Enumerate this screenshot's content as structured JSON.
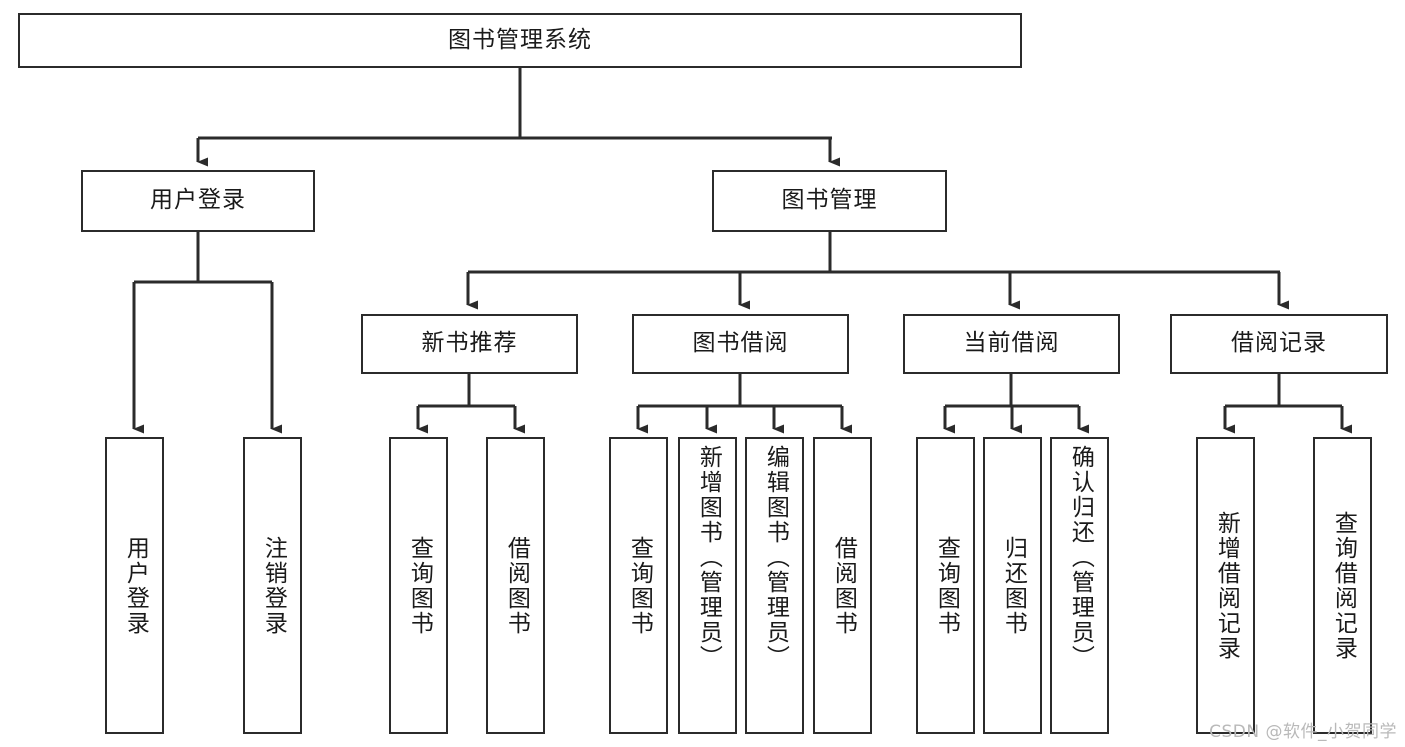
{
  "diagram": {
    "title": "图书管理系统",
    "type": "hierarchical-tree",
    "watermark": "CSDN @软件_小贺同学",
    "colors": {
      "stroke": "#2b2b2b",
      "fill": "#ffffff",
      "text": "#1a1a1a",
      "watermark": "#b9b9b9"
    },
    "nodes": {
      "root": {
        "label": "图书管理系统"
      },
      "level2": [
        {
          "id": "user-login",
          "label": "用户登录"
        },
        {
          "id": "book-manage",
          "label": "图书管理"
        }
      ],
      "level3": [
        {
          "id": "new-book-rec",
          "label": "新书推荐"
        },
        {
          "id": "book-borrow",
          "label": "图书借阅"
        },
        {
          "id": "current-borrow",
          "label": "当前借阅"
        },
        {
          "id": "borrow-record",
          "label": "借阅记录"
        }
      ],
      "leaves": {
        "user_login": [
          {
            "id": "leaf-user-login",
            "label": "用户登录"
          },
          {
            "id": "leaf-logout-login",
            "label": "注销登录"
          }
        ],
        "new_book_rec": [
          {
            "id": "leaf-query-book-1",
            "label": "查询图书"
          },
          {
            "id": "leaf-borrow-book-1",
            "label": "借阅图书"
          }
        ],
        "book_borrow": [
          {
            "id": "leaf-query-book-2",
            "label": "查询图书"
          },
          {
            "id": "leaf-add-book",
            "label": "新增图书（管理员）"
          },
          {
            "id": "leaf-edit-book",
            "label": "编辑图书（管理员）"
          },
          {
            "id": "leaf-borrow-book-2",
            "label": "借阅图书"
          }
        ],
        "current_borrow": [
          {
            "id": "leaf-query-book-3",
            "label": "查询图书"
          },
          {
            "id": "leaf-return-book",
            "label": "归还图书"
          },
          {
            "id": "leaf-confirm-return",
            "label": "确认归还（管理员）"
          }
        ],
        "borrow_record": [
          {
            "id": "leaf-add-record",
            "label": "新增借阅记录"
          },
          {
            "id": "leaf-query-record",
            "label": "查询借阅记录"
          }
        ]
      }
    }
  }
}
